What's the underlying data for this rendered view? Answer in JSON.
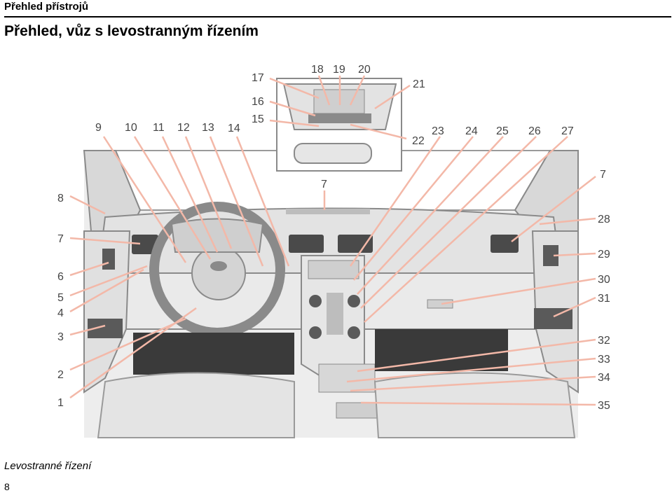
{
  "header": {
    "section_title": "Přehled přístrojů",
    "page_heading": "Přehled, vůz s levostranným řízením"
  },
  "figure": {
    "callouts": {
      "n1": "1",
      "n2": "2",
      "n3": "3",
      "n4": "4",
      "n5": "5",
      "n6": "6",
      "n7a": "7",
      "n8": "8",
      "n9": "9",
      "n10": "10",
      "n11": "11",
      "n12": "12",
      "n13": "13",
      "n14": "14",
      "n15": "15",
      "n16": "16",
      "n17": "17",
      "n18": "18",
      "n19": "19",
      "n20": "20",
      "n21": "21",
      "n22": "22",
      "n23": "23",
      "n24": "24",
      "n25": "25",
      "n26": "26",
      "n27": "27",
      "n7b": "7",
      "n7c": "7",
      "n28": "28",
      "n29": "29",
      "n30": "30",
      "n31": "31",
      "n32": "32",
      "n33": "33",
      "n34": "34",
      "n35": "35"
    }
  },
  "caption": "Levostranné řízení",
  "page_number": "8",
  "colors": {
    "leader_line": "#f3b8a8",
    "drawing_line": "#8a8a8a",
    "panel_fill": "#e9e9e9",
    "dark_fill": "#3a3a3a"
  }
}
